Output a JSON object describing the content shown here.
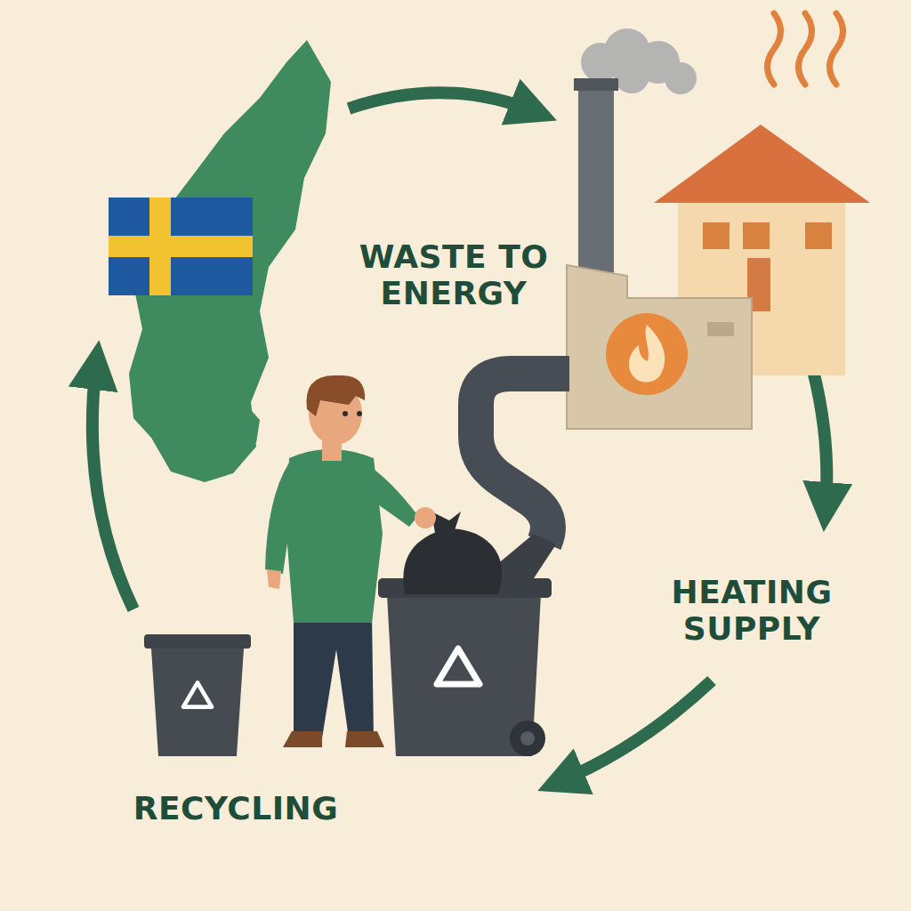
{
  "diagram": {
    "labels": [
      "WASTE TO ENERGY",
      "HEATING SUPPLY",
      "RECYCLING"
    ]
  }
}
